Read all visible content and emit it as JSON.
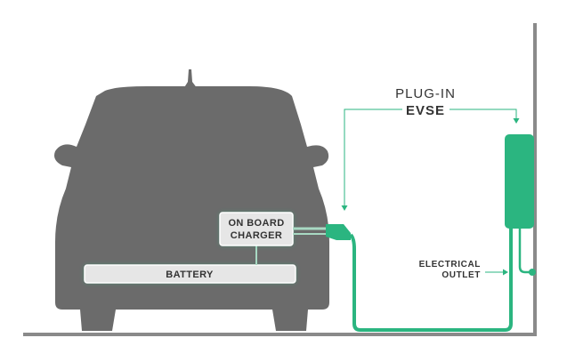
{
  "labels": {
    "plug_in": "PLUG-IN",
    "evse": "EVSE",
    "on_board_line1": "ON BOARD",
    "on_board_line2": "CHARGER",
    "battery": "BATTERY",
    "outlet_line1": "ELECTRICAL",
    "outlet_line2": "OUTLET"
  },
  "colors": {
    "green": "#2bb580",
    "car": "#6b6b6b",
    "ground": "#8a8a8a",
    "box_fill": "#e6e6e6",
    "text": "#333333"
  }
}
